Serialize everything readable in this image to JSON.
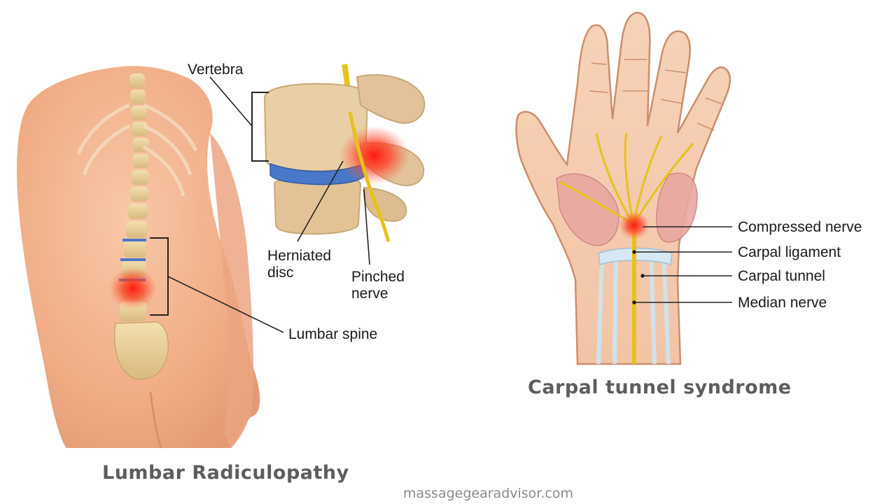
{
  "left_panel": {
    "caption": "Lumbar Radiculopathy",
    "labels": {
      "vertebra": "Vertebra",
      "herniated_line1": "Herniated",
      "herniated_line2": "disc",
      "pinched_line1": "Pinched",
      "pinched_line2": "nerve",
      "lumbar_spine": "Lumbar spine"
    }
  },
  "right_panel": {
    "caption": "Carpal tunnel syndrome",
    "labels": {
      "compressed_nerve": "Compressed nerve",
      "carpal_ligament": "Carpal ligament",
      "carpal_tunnel": "Carpal tunnel",
      "median_nerve": "Median nerve"
    }
  },
  "watermark": "massagegearadvisor.com",
  "colors": {
    "skin": "#f2b48f",
    "pain_red": "#e8281e",
    "disc_blue": "#4a78c8",
    "nerve_yellow": "#e6c21a",
    "caption_gray": "#5d5d5d"
  }
}
